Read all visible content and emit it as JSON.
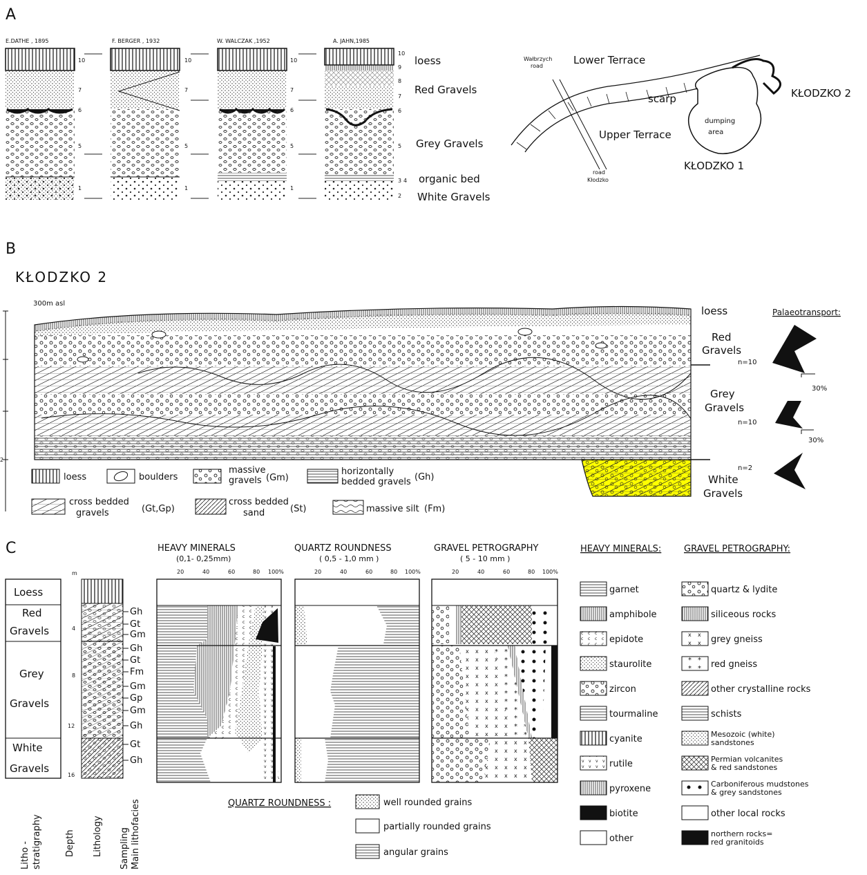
{
  "panelA": {
    "letter": "A",
    "columns": [
      {
        "author": "E.DATHE , 1895"
      },
      {
        "author": "F. BERGER , 1932"
      },
      {
        "author": "W. WALCZAK ,1952"
      },
      {
        "author": "A. JAHN,1985"
      }
    ],
    "bed_numbers": [
      "10",
      "9",
      "8",
      "7",
      "6",
      "5",
      "4",
      "3",
      "2",
      "1"
    ],
    "units": [
      "loess",
      "Red Gravels",
      "Grey Gravels",
      "organic bed",
      "White Gravels"
    ],
    "map": {
      "lower_terrace": "Lower Terrace",
      "upper_terrace": "Upper Terrace",
      "scarp": "scarp",
      "dumping": "dumping",
      "area": "area",
      "klodzko2": "KŁODZKO 2",
      "klodzko1": "KŁODZKO 1",
      "walbrzych_road_1": "Wałbrzych",
      "walbrzych_road_2": "road",
      "road_klodzko_1": "road",
      "road_klodzko_2": "Kłodzko"
    }
  },
  "panelB": {
    "letter": "B",
    "title": "KŁODZKO 2",
    "elevation": "300m asl",
    "scale_labels": [
      "2"
    ],
    "units": {
      "loess": "loess",
      "red_1": "Red",
      "red_2": "Gravels",
      "grey_1": "Grey",
      "grey_2": "Gravels",
      "white_1": "White",
      "white_2": "Gravels"
    },
    "palaeo_title": "Palaeotransport:",
    "roses": [
      {
        "n": "n=10",
        "pct": "30%"
      },
      {
        "n": "n=10",
        "pct": "30%"
      },
      {
        "n": "n=2",
        "pct": ""
      }
    ],
    "highlight_color": "#ffff00",
    "legend": {
      "loess": "loess",
      "boulders": "boulders",
      "massive_1": "massive",
      "massive_2": "gravels",
      "massive_code": "(Gm)",
      "horiz_1": "horizontally",
      "horiz_2": "bedded gravels",
      "horiz_code": "(Gh)",
      "cross_gr_1": "cross bedded",
      "cross_gr_2": "gravels",
      "cross_gr_code": "(Gt,Gp)",
      "cross_sand_1": "cross bedded",
      "cross_sand_2": "sand",
      "cross_sand_code": "(St)",
      "silt": "massive silt",
      "silt_code": "(Fm)"
    }
  },
  "panelC": {
    "letter": "C",
    "strat": [
      "Loess",
      "Red",
      "Gravels",
      "Grey",
      "Gravels",
      "White",
      "Gravels"
    ],
    "depth_unit": "m",
    "depths": [
      "4",
      "8",
      "12",
      "16"
    ],
    "facies": [
      "Gh",
      "Gt",
      "Gm",
      "Gh",
      "Gt",
      "Fm",
      "Gm",
      "Gp",
      "Gm",
      "Gh",
      "Gt",
      "Gh"
    ],
    "bottom_labels": {
      "litho_1": "Litho -",
      "litho_2": "stratigraphy",
      "depth": "Depth",
      "lithology": "Lithology",
      "sampling_1": "Sampling",
      "sampling_2": "Main lithofacies"
    },
    "charts": [
      {
        "title": "HEAVY MINERALS",
        "sub": "(0,1- 0,25mm)"
      },
      {
        "title": "QUARTZ ROUNDNESS",
        "sub": "( 0,5 - 1,0 mm )"
      },
      {
        "title": "GRAVEL PETROGRAPHY",
        "sub": "( 5 - 10 mm )"
      }
    ],
    "ticks": [
      "20",
      "40",
      "60",
      "80",
      "100%"
    ],
    "hm_legend_title": "HEAVY MINERALS:",
    "hm_legend": [
      "garnet",
      "amphibole",
      "epidote",
      "staurolite",
      "zircon",
      "tourmaline",
      "cyanite",
      "rutile",
      "pyroxene",
      "biotite",
      "other"
    ],
    "gp_legend_title": "GRAVEL PETROGRAPHY:",
    "gp_legend": [
      [
        "quartz & lydite"
      ],
      [
        "siliceous rocks"
      ],
      [
        "grey gneiss"
      ],
      [
        "red gneiss"
      ],
      [
        "other crystalline rocks"
      ],
      [
        "schists"
      ],
      [
        "Mesozoic (white)",
        "sandstones"
      ],
      [
        "Permian volcanites",
        "& red sandstones"
      ],
      [
        "Carboniferous mudstones",
        "& grey sandstones"
      ],
      [
        "other local rocks"
      ],
      [
        "northern rocks=",
        "red granitoids"
      ]
    ],
    "qr_legend_title": "QUARTZ ROUNDNESS :",
    "qr_legend": [
      "well rounded grains",
      "partially rounded grains",
      "angular grains"
    ]
  }
}
